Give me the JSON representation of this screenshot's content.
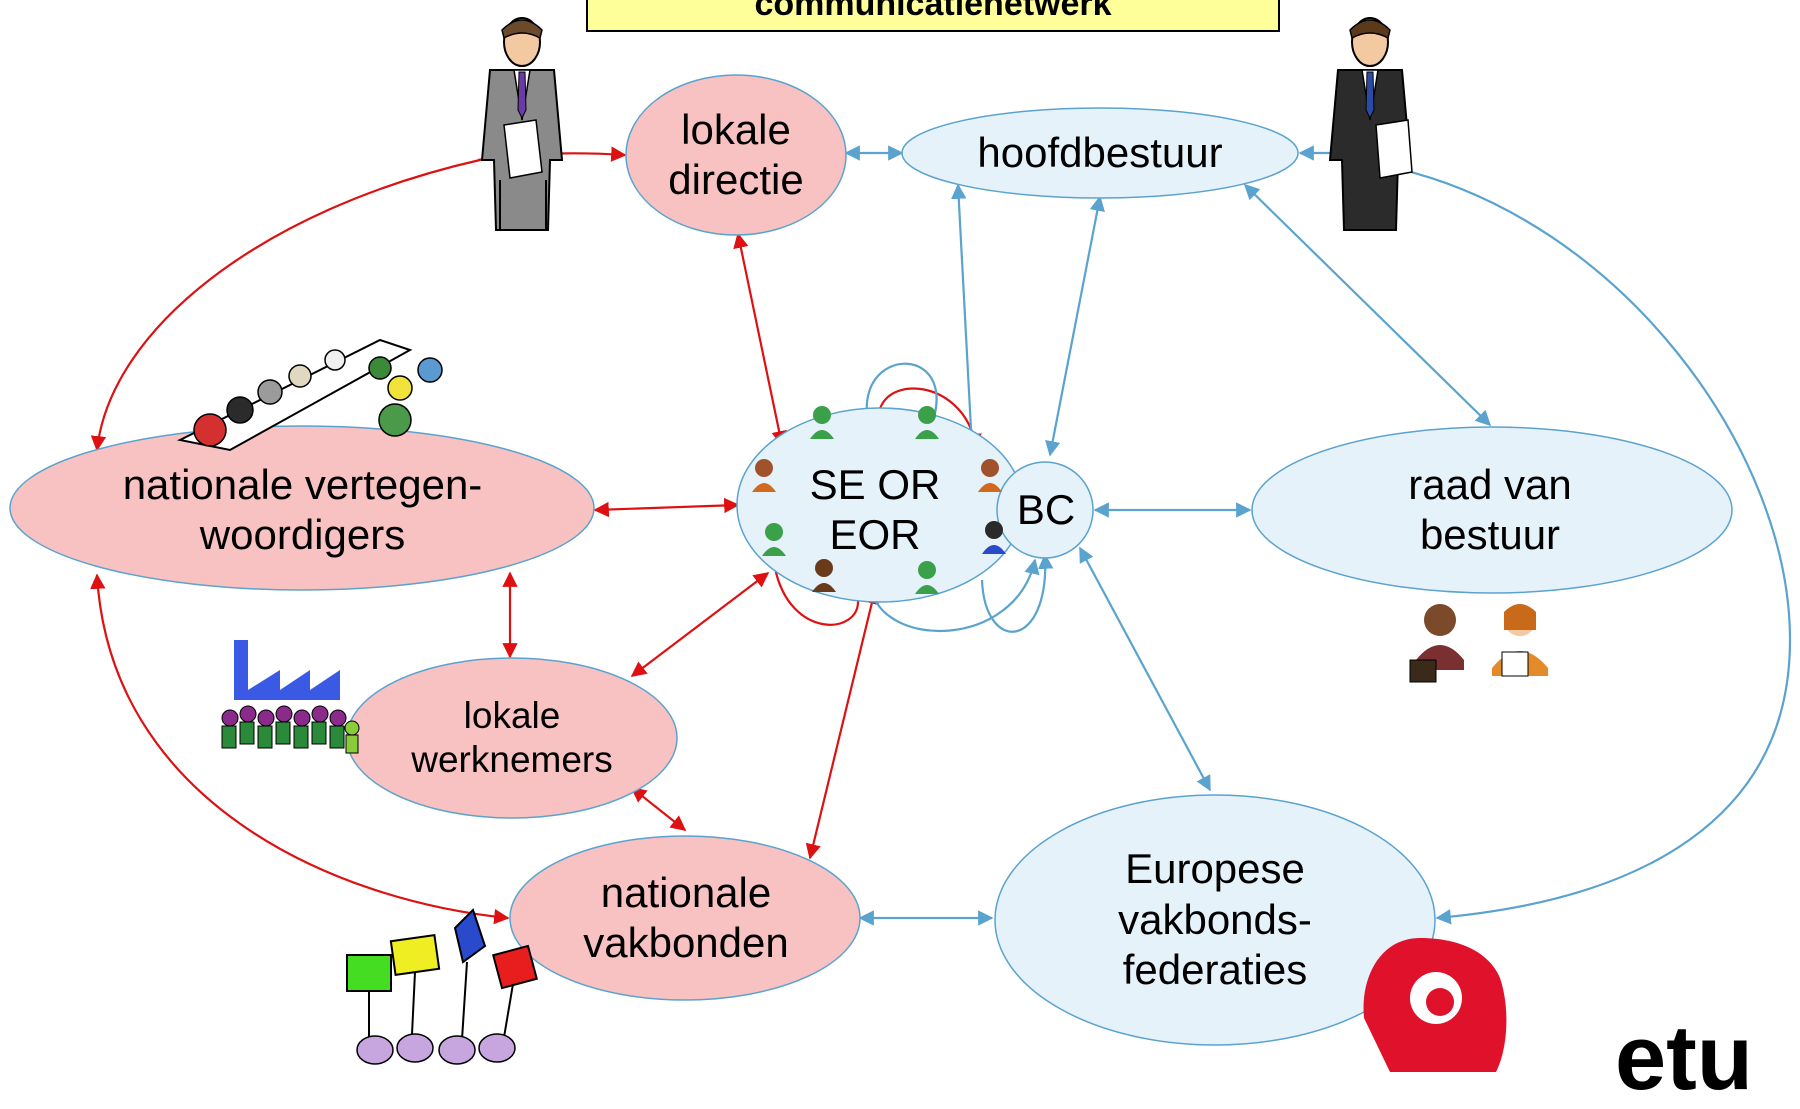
{
  "title": "communicatienetwerk",
  "colors": {
    "red_node": "#f9c2c2",
    "red_line": "#dd1111",
    "blue_node": "#e6f2fa",
    "blue_line": "#5aa3cf",
    "title_bg": "#ffff99"
  },
  "nodes": {
    "lokale_directie": {
      "line1": "lokale",
      "line2": "directie"
    },
    "hoofdbestuur": {
      "line1": "hoofdbestuur"
    },
    "nationale_vertegenwoordigers": {
      "line1": "nationale vertegen-",
      "line2": "woordigers"
    },
    "se_or": {
      "line1": "SE OR",
      "line2": "EOR"
    },
    "bc": {
      "line1": "BC"
    },
    "raad_van_bestuur": {
      "line1": "raad van",
      "line2": "bestuur"
    },
    "lokale_werknemers": {
      "line1": "lokale",
      "line2": "werknemers"
    },
    "nationale_vakbonden": {
      "line1": "nationale",
      "line2": "vakbonden"
    },
    "europese_vakbondsfederaties": {
      "line1": "Europese",
      "line2": "vakbonds-",
      "line3": "federaties"
    }
  },
  "logo": {
    "text": "etu"
  },
  "icons": [
    "businessman-left-icon",
    "businessman-right-icon",
    "meeting-table-icon",
    "factory-crowd-icon",
    "protest-signs-icon",
    "board-members-icon",
    "etuc-logo-icon",
    "worker-icon"
  ]
}
